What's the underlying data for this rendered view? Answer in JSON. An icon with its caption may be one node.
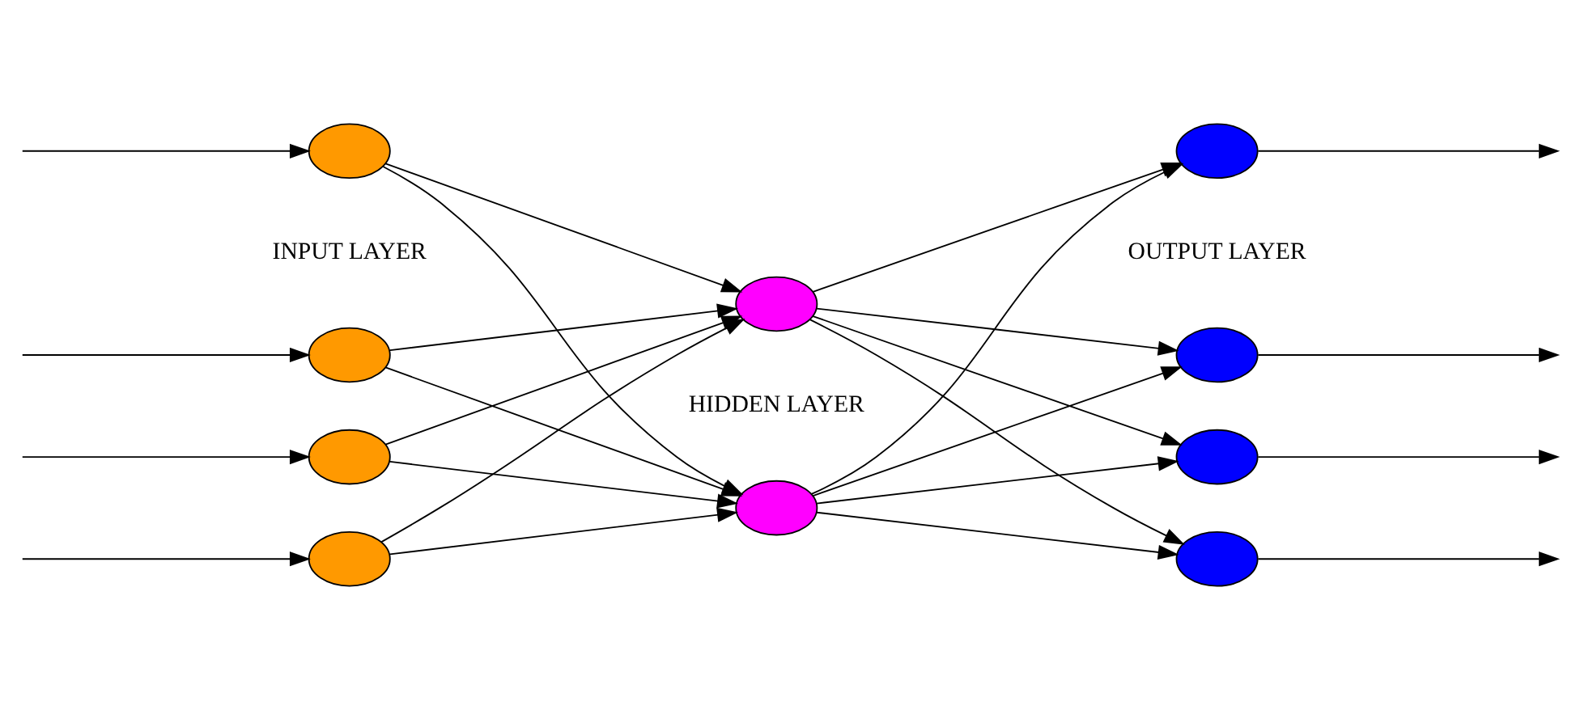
{
  "diagram": {
    "nodes": [
      {
        "text": [],
        "shape": "circle"
      },
      {
        "text": [],
        "shape": "circle"
      },
      {
        "text": [],
        "shape": "circle"
      },
      {
        "text": [],
        "shape": "circle"
      },
      {
        "text": [],
        "shape": "circle"
      },
      {
        "text": [],
        "shape": "circle"
      },
      {
        "text": [],
        "shape": "circle"
      },
      {
        "text": [],
        "shape": "circle"
      },
      {
        "text": [],
        "shape": "circle"
      },
      {
        "text": [],
        "shape": "circle"
      }
    ],
    "edges": [
      {
        "from": null,
        "to": 0,
        "arrow": "to"
      },
      {
        "from": null,
        "to": 1,
        "arrow": "to"
      },
      {
        "from": null,
        "to": 2,
        "arrow": "to"
      },
      {
        "from": null,
        "to": 3,
        "arrow": "to"
      },
      {
        "from": 0,
        "to": 4,
        "arrow": "to"
      },
      {
        "from": 0,
        "to": 5,
        "arrow": "to"
      },
      {
        "from": 1,
        "to": 4,
        "arrow": "to"
      },
      {
        "from": 1,
        "to": 5,
        "arrow": "to"
      },
      {
        "from": 2,
        "to": 4,
        "arrow": "to"
      },
      {
        "from": 2,
        "to": 5,
        "arrow": "to"
      },
      {
        "from": 3,
        "to": 4,
        "arrow": "to"
      },
      {
        "from": 3,
        "to": 5,
        "arrow": "to"
      },
      {
        "from": 4,
        "to": 6,
        "arrow": "to"
      },
      {
        "from": 4,
        "to": 7,
        "arrow": "to"
      },
      {
        "from": 4,
        "to": 8,
        "arrow": "to"
      },
      {
        "from": 4,
        "to": 9,
        "arrow": "to"
      },
      {
        "from": 5,
        "to": 6,
        "arrow": "to"
      },
      {
        "from": 5,
        "to": 7,
        "arrow": "to"
      },
      {
        "from": 5,
        "to": 8,
        "arrow": "to"
      },
      {
        "from": 5,
        "to": 9,
        "arrow": "to"
      },
      {
        "from": 6,
        "to": null,
        "arrow": "to"
      },
      {
        "from": 7,
        "to": null,
        "arrow": "to"
      },
      {
        "from": 8,
        "to": null,
        "arrow": "to"
      },
      {
        "from": 9,
        "to": null,
        "arrow": "to"
      }
    ],
    "labels": [
      "INPUT LAYER",
      "HIDDEN LAYER",
      "OUTPUT LAYER"
    ]
  }
}
